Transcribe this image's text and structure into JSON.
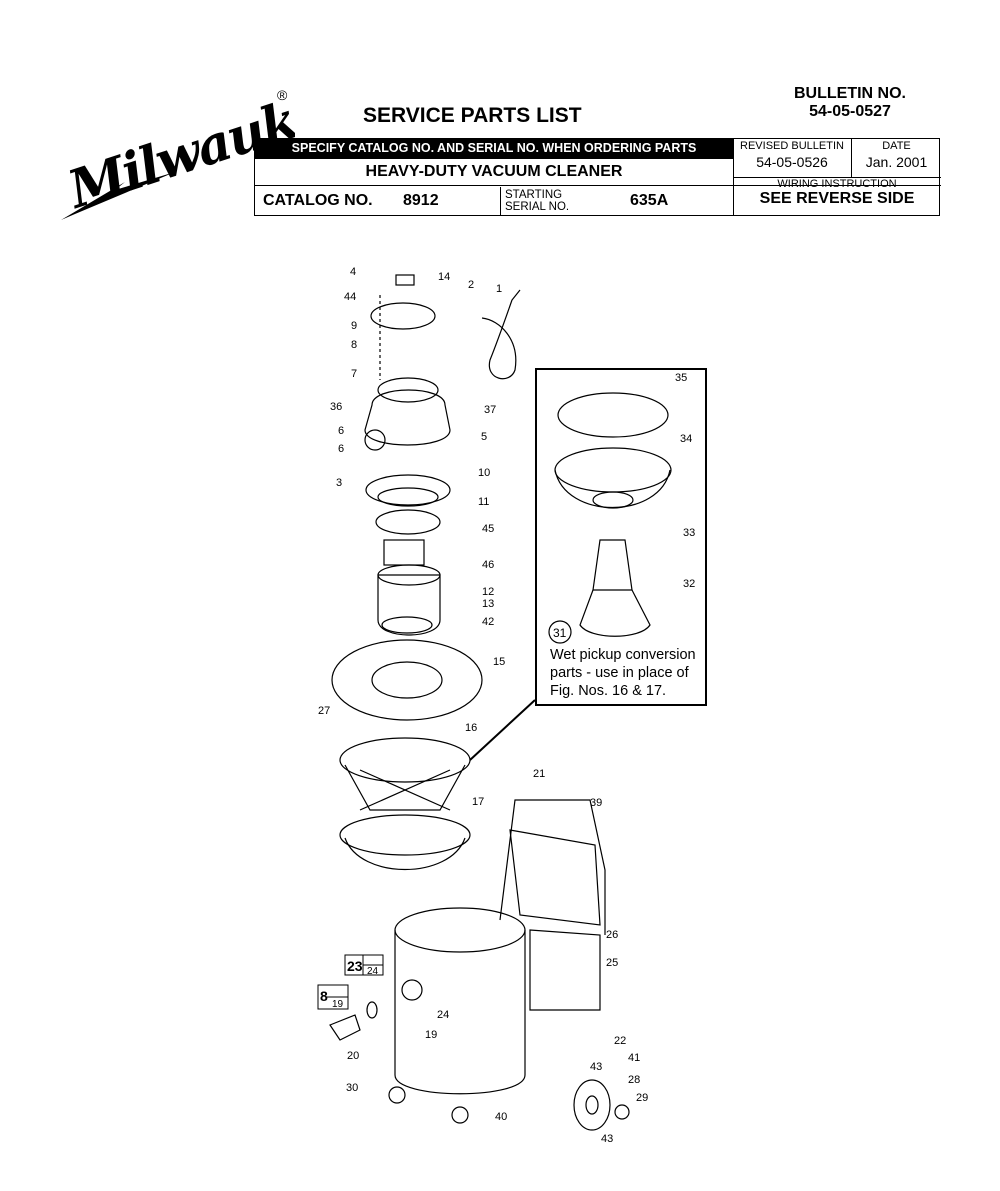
{
  "brand": {
    "name": "Milwaukee",
    "registered": "®"
  },
  "document": {
    "title": "SERVICE PARTS LIST",
    "bulletin_label": "BULLETIN NO.",
    "bulletin_number": "54-05-0527"
  },
  "header": {
    "specify_text": "SPECIFY CATALOG NO. AND SERIAL NO. WHEN ORDERING PARTS",
    "product_name": "HEAVY-DUTY VACUUM CLEANER",
    "catalog_label": "CATALOG NO.",
    "catalog_number": "8912",
    "starting_serial_label": "STARTING",
    "serial_no_label": "SERIAL NO.",
    "serial_number": "635A",
    "revised_bulletin_label": "REVISED BULLETIN",
    "revised_bulletin_number": "54-05-0526",
    "date_label": "DATE",
    "date_value": "Jan. 2001",
    "wiring_label": "WIRING INSTRUCTION",
    "wiring_value": "SEE REVERSE SIDE"
  },
  "diagram": {
    "callout_number": "31",
    "callout_note_lines": [
      "Wet pickup conversion",
      "parts - use in place of",
      "Fig. Nos. 16 & 17."
    ],
    "part_labels": [
      "1",
      "2",
      "3",
      "4",
      "5",
      "6",
      "6",
      "7",
      "8",
      "9",
      "10",
      "11",
      "12",
      "13",
      "14",
      "15",
      "16",
      "17",
      "19",
      "19",
      "20",
      "21",
      "22",
      "23",
      "24",
      "24",
      "25",
      "26",
      "27",
      "28",
      "29",
      "30",
      "32",
      "33",
      "34",
      "35",
      "36",
      "37",
      "39",
      "40",
      "41",
      "42",
      "43",
      "43",
      "44",
      "45",
      "46",
      "8"
    ]
  }
}
